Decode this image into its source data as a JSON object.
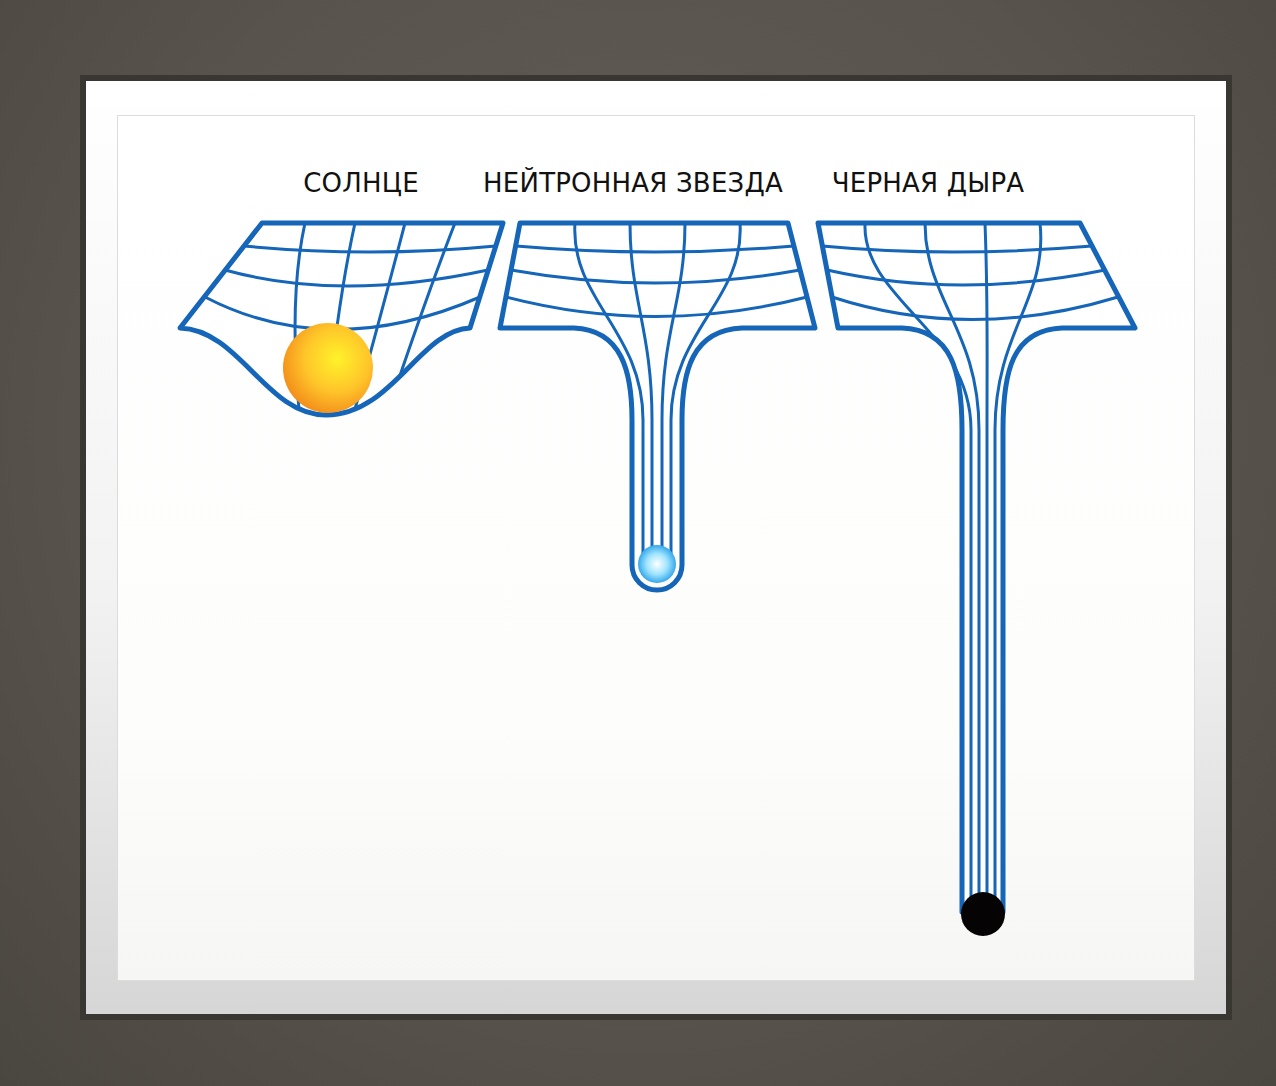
{
  "diagram": {
    "labels": [
      "СОЛНЦЕ",
      "НЕЙТРОННАЯ ЗВЕЗДА",
      "ЧЕРНАЯ ДЫРА"
    ]
  }
}
